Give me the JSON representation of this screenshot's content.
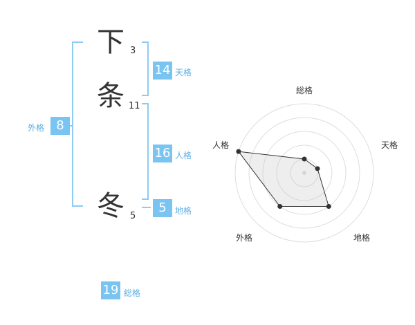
{
  "name": {
    "chars": [
      {
        "char": "下",
        "strokes": "3"
      },
      {
        "char": "条",
        "strokes": "11"
      },
      {
        "char": "冬",
        "strokes": "5"
      }
    ]
  },
  "fortunes": {
    "tenkaku": {
      "value": "14",
      "label": "天格"
    },
    "jinkaku": {
      "value": "16",
      "label": "人格"
    },
    "chikaku": {
      "value": "5",
      "label": "地格"
    },
    "gaikaku": {
      "value": "8",
      "label": "外格"
    },
    "soukaku": {
      "value": "19",
      "label": "総格"
    }
  },
  "colors": {
    "accent": "#7ac4f2",
    "bracket": "#8ccbf2",
    "label": "#5aaee6"
  },
  "chart_data": {
    "type": "radar",
    "axes": [
      "総格",
      "天格",
      "地格",
      "外格",
      "人格"
    ],
    "max": 5,
    "values": [
      1,
      1,
      3,
      3,
      5
    ]
  }
}
